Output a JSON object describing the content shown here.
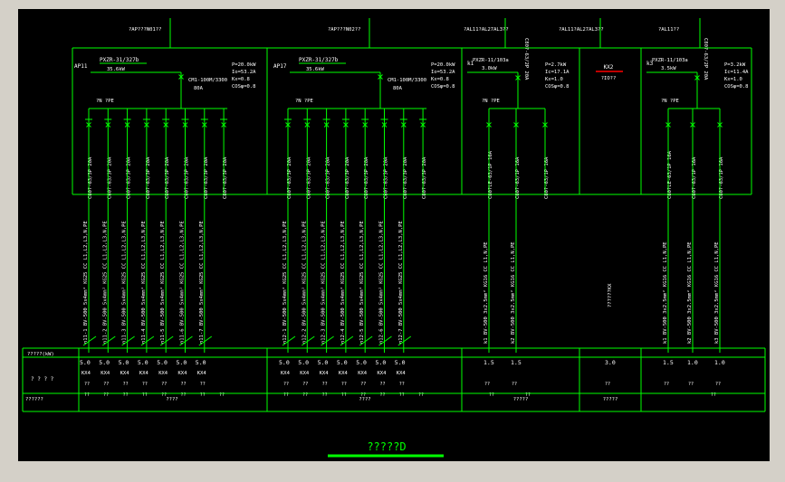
{
  "colors": {
    "wire": "#00ff00",
    "text": "#ffffff",
    "accent": "#ff0000",
    "background": "#000000"
  },
  "title": "?????D",
  "panels": [
    {
      "feed": "?AP???N01??",
      "id": "AP11",
      "breaker": "PXZR-31/327b",
      "power_code": "35.6kW",
      "main_sw": "CM1-100M/3300",
      "main_amp": "80A",
      "params": [
        "P=20.0kW",
        "Io=53.2A",
        "Kx=0.8",
        "COSφ=0.8"
      ],
      "bus": "?N ?PE",
      "branches": [
        "C80?-63/3P 20A",
        "C80?-63/3P 20A",
        "C80?-63/3P 20A",
        "C80?-63/3P 20A",
        "C80?-63/3P 20A",
        "C80?-63/3P 20A",
        "C80?-63/3P 20A",
        "C80?-63/3P 20A"
      ],
      "circuits": [
        "n11-1 BV-500 5x4mm² KG25 CC L1,L2,L3,N,PE",
        "n11-2 BV-500 5x4mm² KG25 CC L1,L2,L3,N,PE",
        "n11-3 BV-500 5x4mm² KG25 CC L1,L2,L3,N,PE",
        "n11-4 BV-500 5x4mm² KG25 CC L1,L2,L3,N,PE",
        "n11-5 BV-500 5x4mm² KG25 CC L1,L2,L3,N,PE",
        "n11-6 BV-500 5x4mm² KG25 CC L1,L2,L3,N,PE",
        "n11-7 BV-500 5x4mm² KG25 CC L1,L2,L3,N,PE"
      ],
      "powers": [
        "5.0",
        "5.0",
        "5.0",
        "5.0",
        "5.0",
        "5.0",
        "5.0"
      ],
      "kx": [
        "KX4",
        "KX4",
        "KX4",
        "KX4",
        "KX4",
        "KX4",
        "KX4"
      ],
      "marks": [
        "??",
        "??",
        "??",
        "??",
        "??",
        "??",
        "??",
        "??",
        "??"
      ],
      "footer": "????"
    },
    {
      "feed": "?AP???N02??",
      "id": "AP17",
      "breaker": "PXZR-31/327b",
      "power_code": "35.6kW",
      "main_sw": "CM1-100M/3300",
      "main_amp": "80A",
      "params": [
        "P=20.0kW",
        "Io=53.2A",
        "Kx=0.8",
        "COSφ=0.8"
      ],
      "bus": "?N ?PE",
      "branches": [
        "C80?-63/3P 20A",
        "C80?-63/3P 20A",
        "C80?-63/3P 20A",
        "C80?-63/3P 20A",
        "C80?-63/3P 20A",
        "C80?-63/3P 20A",
        "C80?-63/3P 20A",
        "C80?-63/3P 20A"
      ],
      "circuits": [
        "n12-1 BV-500 5x4mm² KG25 CC L1,L2,L3,N,PE",
        "n12-2 BV-500 5x4mm² KG25 CC L1,L2,L3,N,PE",
        "n12-3 BV-500 5x4mm² KG25 CC L1,L2,L3,N,PE",
        "n12-4 BV-500 5x4mm² KG25 CC L1,L2,L3,N,PE",
        "n12-5 BV-500 5x4mm² KG25 CC L1,L2,L3,N,PE",
        "n12-6 BV-500 5x4mm² KG25 CC L1,L2,L3,N,PE",
        "n12-7 BV-500 5x4mm² KG25 CC L1,L2,L3,N,PE"
      ],
      "powers": [
        "5.0",
        "5.0",
        "5.0",
        "5.0",
        "5.0",
        "5.0",
        "5.0"
      ],
      "kx": [
        "KX4",
        "KX4",
        "KX4",
        "KX4",
        "KX4",
        "KX4",
        "KX4"
      ],
      "marks": [
        "??",
        "??",
        "??",
        "??",
        "??",
        "??",
        "??",
        "??",
        "??"
      ],
      "footer": "????"
    },
    {
      "feed": "?AL11?AL27AL3??",
      "id": "k1",
      "breaker": "PXZR-11/103a",
      "power_code": "3.0kW",
      "main_sw": "C80?-63/2P 20A",
      "main_amp": "",
      "params": [
        "P=2.7kW",
        "Ic=17.1A",
        "Kx=1.0",
        "COSφ=0.8"
      ],
      "bus": "?N ?PE",
      "branches": [
        "C80?LE-63/1P 16A",
        "C80?-63/1P 16A",
        "C80?-63/1P 16A"
      ],
      "circuits": [
        "k1 BV-500 3x2.5mm² KG16 CC L1,N,PE",
        "k2 BV-500 3x2.5mm² KG16 CC L1,N,PE"
      ],
      "powers": [
        "1.5",
        "1.5"
      ],
      "kx": [],
      "marks": [
        "??",
        "??"
      ],
      "footer": "?????"
    },
    {
      "feed": "?AL11?AL27AL3??",
      "id": "KX2",
      "label2": "?IO??",
      "circuit": "??????KX",
      "powers": [
        "3.0"
      ],
      "marks": [
        "??"
      ],
      "footer": "?????"
    },
    {
      "feed": "?AL11??",
      "id": "k3",
      "breaker": "PXZR-11/103a",
      "power_code": "3.5kW",
      "main_sw": "C80?-63/2P 20A",
      "main_amp": "",
      "params": [
        "P=3.2kW",
        "Ic=11.4A",
        "Kx=1.0",
        "COSφ=0.8"
      ],
      "bus": "?N ?PE",
      "branches": [
        "C80?LE-63/1P 16A",
        "C80?-63/1P 16A",
        "C80?-63/1P 16A"
      ],
      "circuits": [
        "k1 BV-500 3x2.5mm² KG16 CC L1,N,PE",
        "k2 BV-500 3x2.5mm² KG16 CC L1,N,PE",
        "k3 BV-500 3x2.5mm² KG16 CC L1,N,PE"
      ],
      "powers": [
        "1.5",
        "1.0",
        "1.0"
      ],
      "marks": [
        "??",
        "??",
        "??",
        "??"
      ],
      "footer": ""
    }
  ],
  "table": {
    "row1_label": "?????(kW)",
    "row2_label": "? ? ? ?",
    "row3_label": "??????"
  }
}
